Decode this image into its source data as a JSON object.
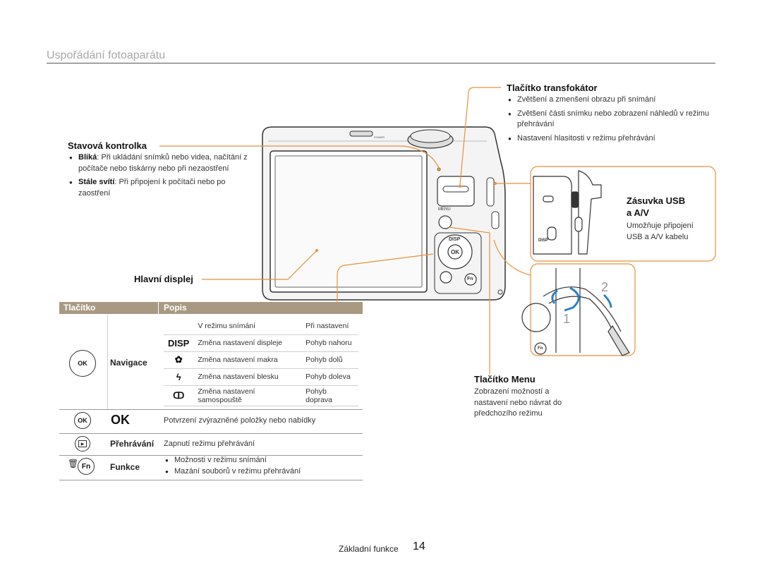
{
  "section_title": "Uspořádání fotoaparátu",
  "status_lamp": {
    "heading": "Stavová kontrolka",
    "bullets": [
      {
        "term": "Bliká",
        "text": ": Při ukládání snímků nebo videa, načítání z počítače nebo tiskárny nebo při nezaostření"
      },
      {
        "term": "Stále svítí",
        "text": ": Při připojení k počítači nebo po zaostření"
      }
    ]
  },
  "main_display": {
    "heading": "Hlavní displej"
  },
  "zoom_button": {
    "heading": "Tlačítko transfokátor",
    "bullets": [
      "Zvětšení a zmenšení obrazu při snímání",
      "Zvětšení části snímku nebo zobrazení náhledů v režimu přehrávání",
      "Nastavení hlasitosti v režimu přehrávání"
    ]
  },
  "usb_port": {
    "heading_line1": "Zásuvka USB",
    "heading_line2": "a A/V",
    "text": "Umožňuje připojení USB a A/V kabelu"
  },
  "strap_steps": {
    "step1": "1",
    "step2": "2"
  },
  "menu_button": {
    "heading": "Tlačítko Menu",
    "text": "Zobrazení možností a nastavení nebo návrat do předchozího režimu"
  },
  "camera_labels": {
    "menu": "MENU",
    "disp": "DISP",
    "ok": "OK",
    "fn": "Fn",
    "power": "POWER"
  },
  "table": {
    "col_button": "Tlačítko",
    "col_desc": "Popis",
    "navigation": {
      "label": "Navigace",
      "header": {
        "mode": "V režimu snímání",
        "setting": "Při nastavení"
      },
      "rows": [
        {
          "icon": "DISP",
          "mode": "Změna nastavení displeje",
          "setting": "Pohyb nahoru"
        },
        {
          "icon": "✿",
          "mode": "Změna nastavení makra",
          "setting": "Pohyb dolů"
        },
        {
          "icon": "ϟ",
          "mode": "Změna nastavení blesku",
          "setting": "Pohyb doleva"
        },
        {
          "icon": "ↀ",
          "mode": "Změna nastavení samospouště",
          "setting": "Pohyb doprava"
        }
      ]
    },
    "ok": {
      "icon_label": "OK",
      "name": "OK",
      "desc": "Potvrzení zvýrazněné položky nebo nabídky"
    },
    "playback": {
      "name": "Přehrávání",
      "desc": "Zapnutí režimu přehrávání"
    },
    "fn": {
      "icon_label": "Fn",
      "name": "Funkce",
      "bullets": [
        "Možnosti v režimu snímání",
        "Mazání souborů v režimu přehrávání"
      ]
    }
  },
  "footer": {
    "text": "Základní funkce",
    "page": "14"
  }
}
